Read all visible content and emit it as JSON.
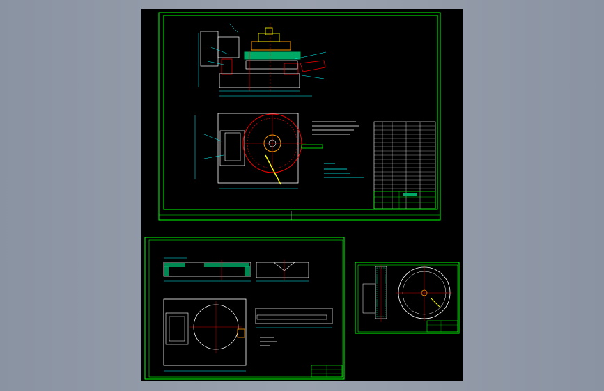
{
  "colors": {
    "background": "#8e96a4",
    "canvas": "#000000",
    "frame": "#00ff00",
    "cyan": "#00ffff",
    "white": "#ffffff",
    "red": "#ff0000",
    "yellow": "#ffff00",
    "green_fill": "#00aa66",
    "orange": "#ff9900"
  },
  "drawings": [
    {
      "name": "assembly-drawing",
      "views": [
        "front-section-view",
        "top-view"
      ],
      "has_parts_table": true
    },
    {
      "name": "base-plate-part-drawing",
      "views": [
        "section-view",
        "side-view",
        "plan-view"
      ]
    },
    {
      "name": "fixture-part-drawing",
      "views": [
        "section-view",
        "plan-view"
      ]
    }
  ]
}
